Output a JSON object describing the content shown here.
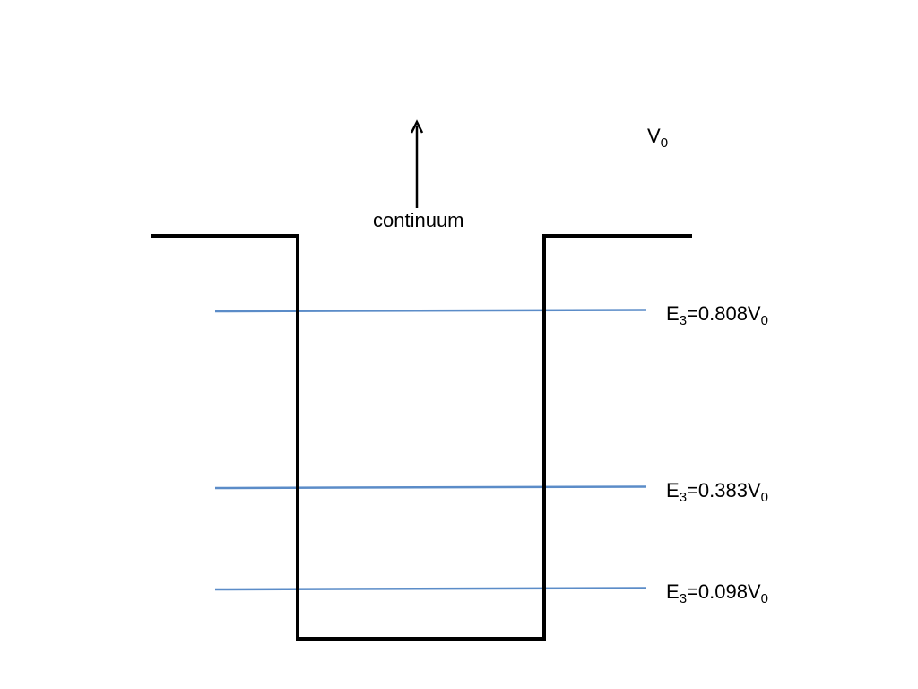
{
  "potential_label": {
    "symbol": "V",
    "subscript": "0"
  },
  "continuum_label": "continuum",
  "energy_levels": [
    {
      "symbol": "E",
      "subscript": "3",
      "value_text": "=0.808V",
      "value_subscript": "0",
      "energy_fraction_of_V0": 0.808
    },
    {
      "symbol": "E",
      "subscript": "3",
      "value_text": "=0.383V",
      "value_subscript": "0",
      "energy_fraction_of_V0": 0.383
    },
    {
      "symbol": "E",
      "subscript": "3",
      "value_text": "=0.098V",
      "value_subscript": "0",
      "energy_fraction_of_V0": 0.098
    }
  ],
  "colors": {
    "well_outline": "#000000",
    "energy_level_line": "#5b8cc8",
    "arrow": "#000000"
  }
}
